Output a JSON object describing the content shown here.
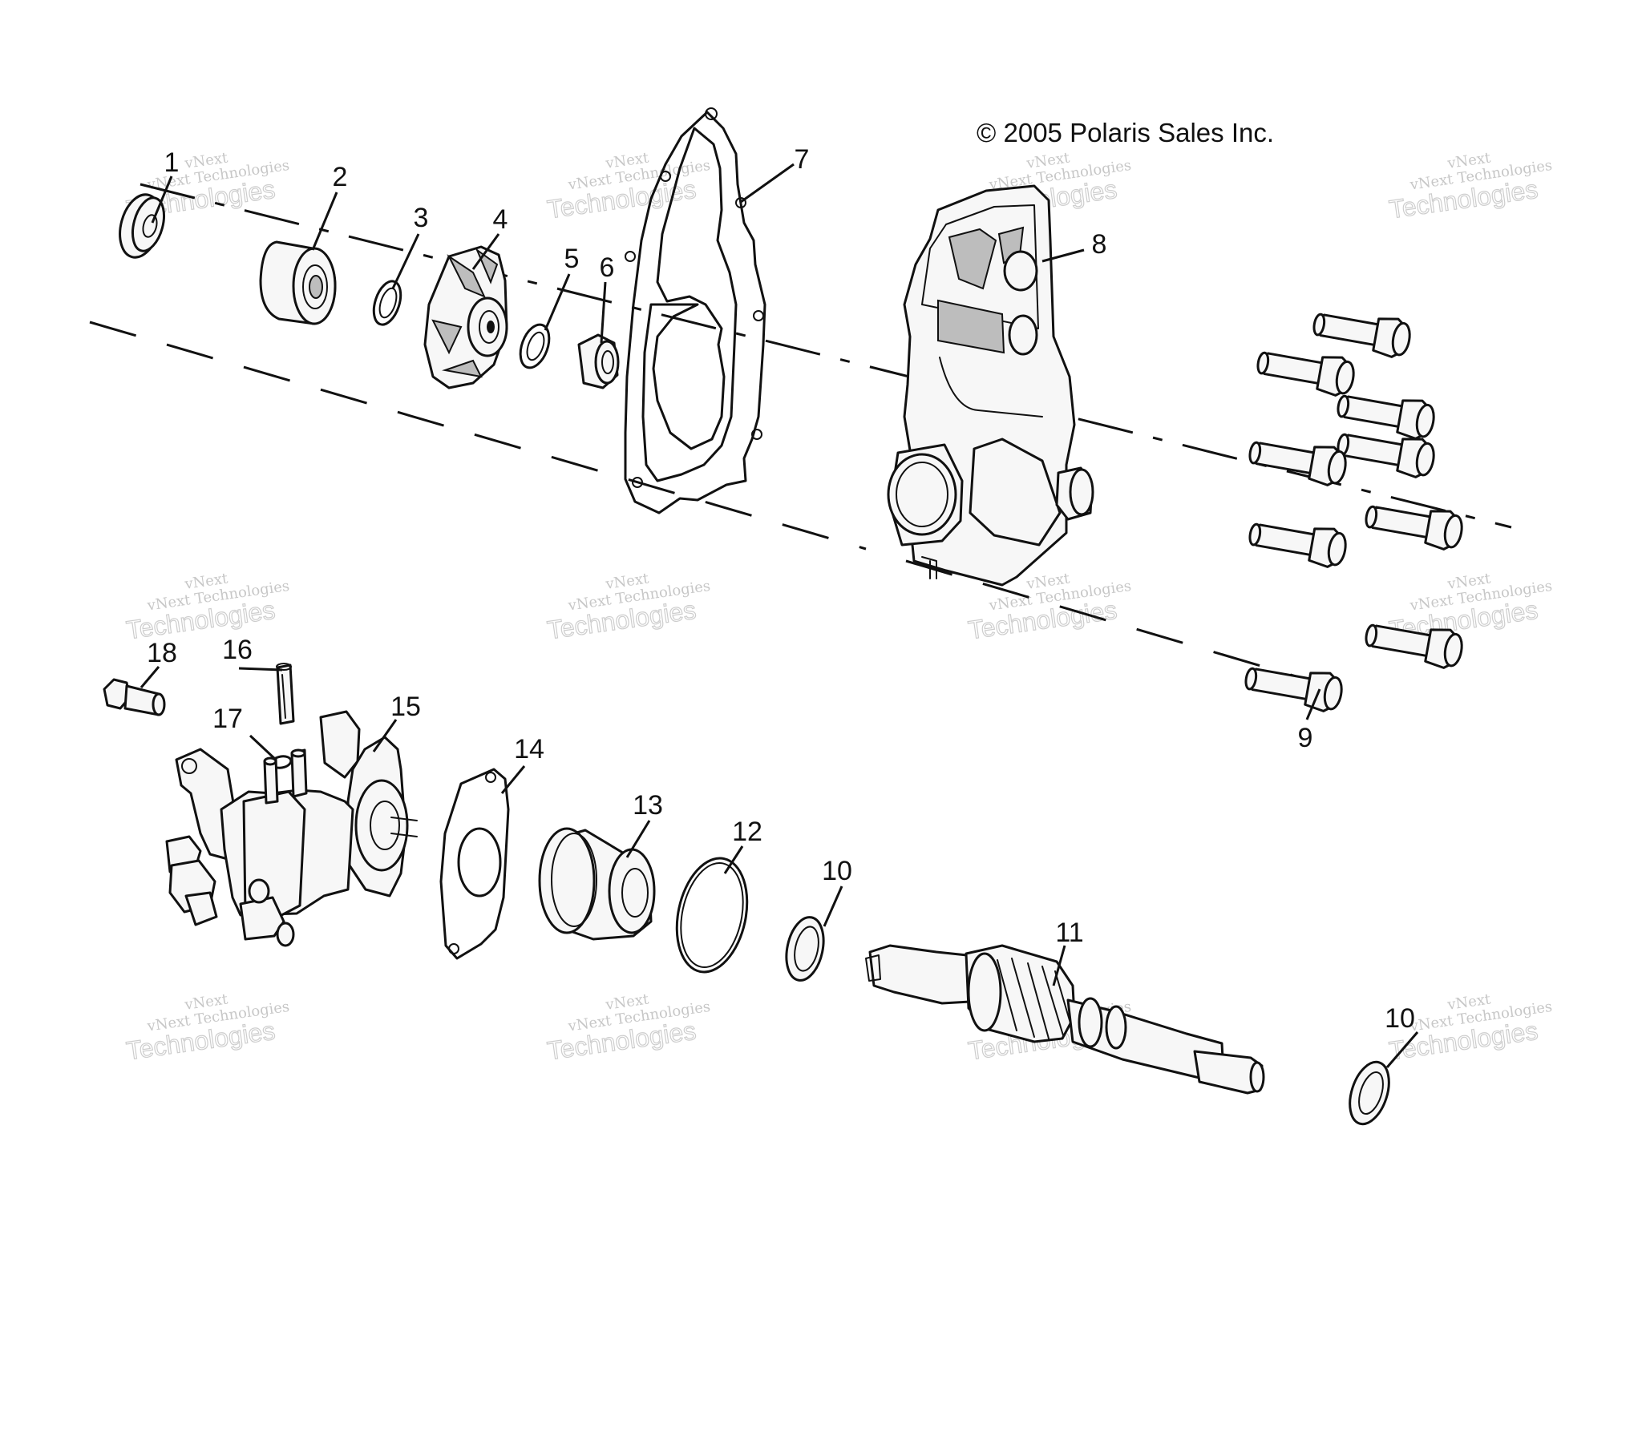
{
  "copyright": "© 2005 Polaris Sales Inc.",
  "watermark": {
    "line1": "vNext",
    "line2": "vNext Technologies",
    "line3": "Technologies"
  },
  "callouts": [
    {
      "id": "1",
      "label": "1"
    },
    {
      "id": "2",
      "label": "2"
    },
    {
      "id": "3",
      "label": "3"
    },
    {
      "id": "4",
      "label": "4"
    },
    {
      "id": "5",
      "label": "5"
    },
    {
      "id": "6",
      "label": "6"
    },
    {
      "id": "7",
      "label": "7"
    },
    {
      "id": "8",
      "label": "8"
    },
    {
      "id": "9",
      "label": "9"
    },
    {
      "id": "10a",
      "label": "10"
    },
    {
      "id": "10b",
      "label": "10"
    },
    {
      "id": "11",
      "label": "11"
    },
    {
      "id": "12",
      "label": "12"
    },
    {
      "id": "13",
      "label": "13"
    },
    {
      "id": "14",
      "label": "14"
    },
    {
      "id": "15",
      "label": "15"
    },
    {
      "id": "16",
      "label": "16"
    },
    {
      "id": "17",
      "label": "17"
    },
    {
      "id": "18",
      "label": "18"
    }
  ]
}
